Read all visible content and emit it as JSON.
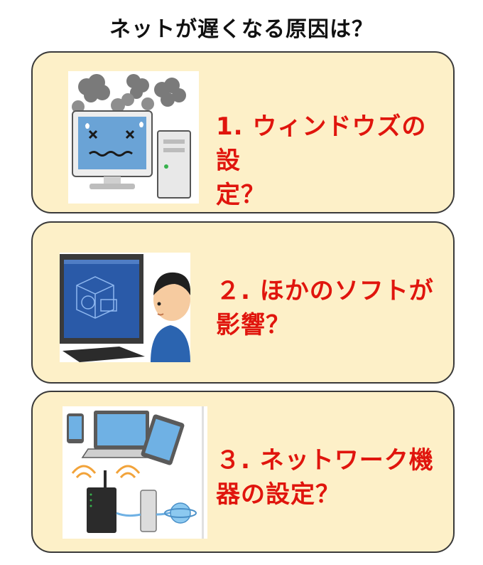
{
  "title": "ネットが遅くなる原因は？",
  "items": [
    {
      "line1": "1. ウィンドウズの設",
      "line2": "定？",
      "icon": "broken-computer-icon"
    },
    {
      "line1": "２. ほかのソフトが",
      "line2": "影響？",
      "icon": "person-at-computer-icon"
    },
    {
      "line1": "３. ネットワーク機",
      "line2": "器の設定？",
      "icon": "network-devices-icon"
    }
  ],
  "colors": {
    "card_bg": "#fdf0c8",
    "label": "#e0150d",
    "title": "#111111"
  }
}
